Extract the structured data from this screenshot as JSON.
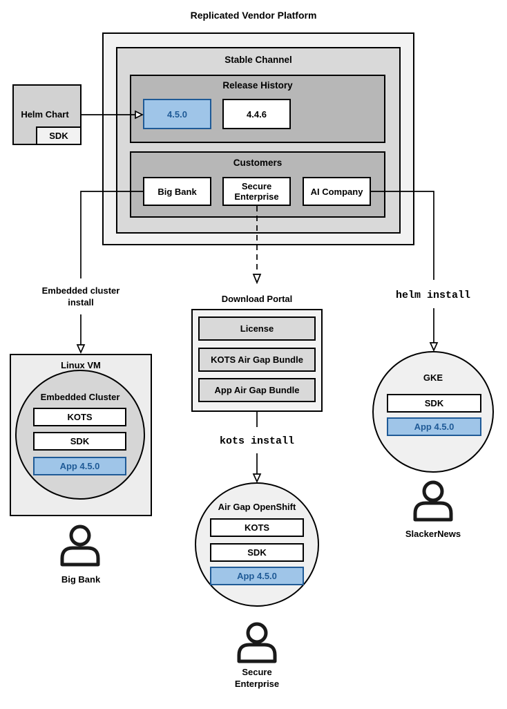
{
  "title": "Replicated Vendor Platform",
  "platform": {
    "stable_channel_label": "Stable Channel",
    "release_history": {
      "label": "Release History",
      "releases": [
        {
          "version": "4.5.0",
          "highlighted": true
        },
        {
          "version": "4.4.6",
          "highlighted": false
        }
      ]
    },
    "customers": {
      "label": "Customers",
      "items": [
        "Big Bank",
        "Secure Enterprise",
        "AI Company"
      ]
    }
  },
  "helm_chart": {
    "label": "Helm Chart",
    "sdk_label": "SDK"
  },
  "left_branch": {
    "install_method": "Embedded cluster\ninstall",
    "vm_label": "Linux VM",
    "cluster_label": "Embedded Cluster",
    "components": [
      {
        "label": "KOTS",
        "highlighted": false
      },
      {
        "label": "SDK",
        "highlighted": false
      },
      {
        "label": "App 4.5.0",
        "highlighted": true
      }
    ],
    "user": "Big Bank"
  },
  "middle_branch": {
    "portal": {
      "label": "Download Portal",
      "items": [
        "License",
        "KOTS Air Gap Bundle",
        "App Air Gap Bundle"
      ]
    },
    "install_method": "kots install",
    "cluster_label": "Air Gap OpenShift",
    "components": [
      {
        "label": "KOTS",
        "highlighted": false
      },
      {
        "label": "SDK",
        "highlighted": false
      },
      {
        "label": "App 4.5.0",
        "highlighted": true
      }
    ],
    "user": "Secure\nEnterprise"
  },
  "right_branch": {
    "install_method": "helm install",
    "cluster_label": "GKE",
    "components": [
      {
        "label": "SDK",
        "highlighted": false
      },
      {
        "label": "App 4.5.0",
        "highlighted": true
      }
    ],
    "user": "SlackerNews"
  },
  "colors": {
    "highlight_fill": "#9fc5e8",
    "highlight_border": "#1f5a96",
    "highlight_text": "#1f5a96",
    "box_light": "#f2f2f2",
    "box_medium": "#d9d9d9",
    "box_dark": "#b7b7b7",
    "line": "#000000"
  }
}
